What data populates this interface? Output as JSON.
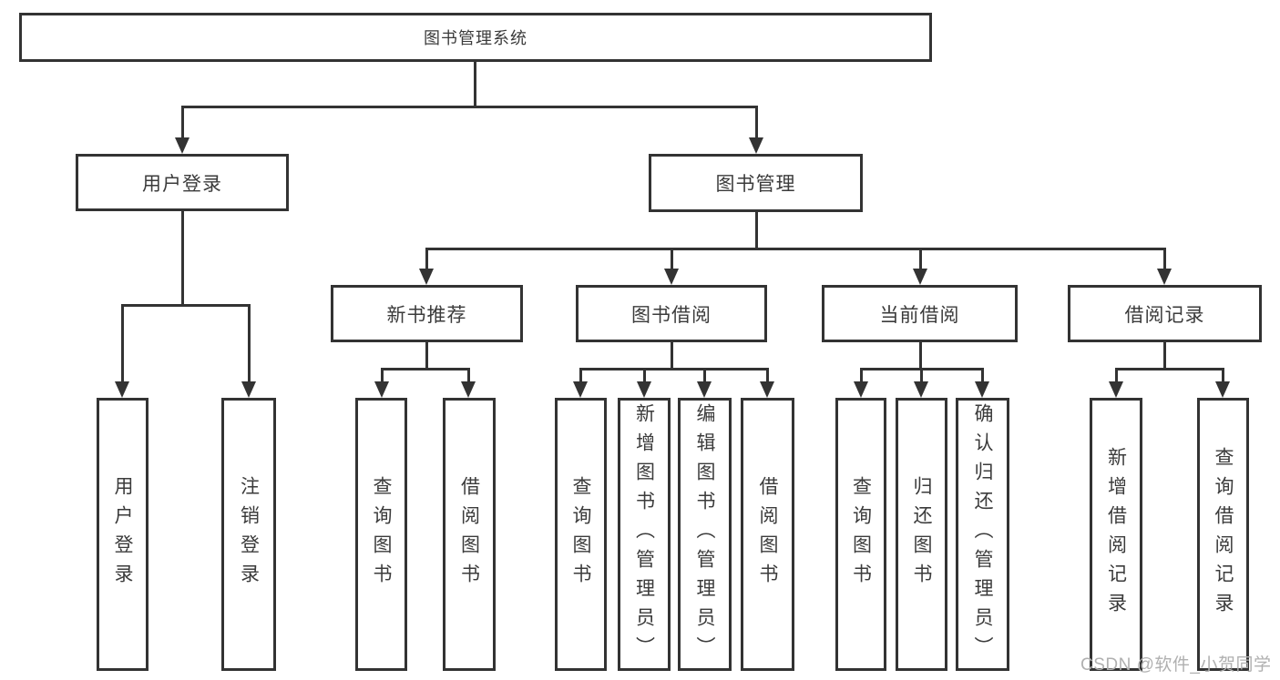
{
  "colors": {
    "line": "#333333",
    "text": "#3b3b3b",
    "background": "#ffffff",
    "watermark": "#b0b0b0"
  },
  "watermark": "CSDN @软件_小贺同学",
  "tree": {
    "root": {
      "label": "图书管理系统",
      "children": [
        {
          "label": "用户登录",
          "children": [
            {
              "label": "用户登录"
            },
            {
              "label": "注销登录"
            }
          ]
        },
        {
          "label": "图书管理",
          "children": [
            {
              "label": "新书推荐",
              "children": [
                {
                  "label": "查询图书"
                },
                {
                  "label": "借阅图书"
                }
              ]
            },
            {
              "label": "图书借阅",
              "children": [
                {
                  "label": "查询图书"
                },
                {
                  "label": "新增图书（管理员）"
                },
                {
                  "label": "编辑图书（管理员）"
                },
                {
                  "label": "借阅图书"
                }
              ]
            },
            {
              "label": "当前借阅",
              "children": [
                {
                  "label": "查询图书"
                },
                {
                  "label": "归还图书"
                },
                {
                  "label": "确认归还（管理员）"
                }
              ]
            },
            {
              "label": "借阅记录",
              "children": [
                {
                  "label": "新增借阅记录"
                },
                {
                  "label": "查询借阅记录"
                }
              ]
            }
          ]
        }
      ]
    }
  }
}
